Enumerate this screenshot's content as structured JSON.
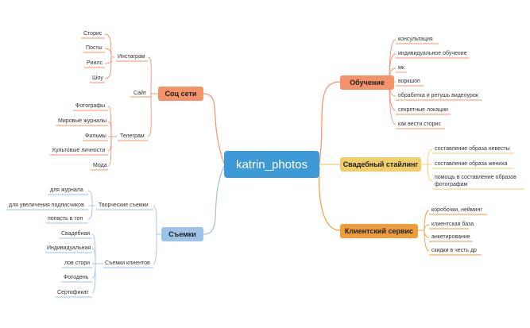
{
  "center": "katrin_photos",
  "colors": {
    "center_bg": "#3d9ad6",
    "orange": "#f4926a",
    "orange_light": "#fde7dc",
    "yellow": "#f2cd6c",
    "yellow_light": "#fcf1d4",
    "amber": "#ee9d3d",
    "amber_light": "#fbe7cf",
    "blue": "#9dc3e8",
    "blue_light": "#e2eef9"
  },
  "branches": {
    "soc": {
      "label": "Соц сети",
      "site": "Сайт",
      "instagram": {
        "label": "Инстаграм",
        "items": [
          "Сторис",
          "Посты",
          "Риилс",
          "Шоу"
        ]
      },
      "telegram": {
        "label": "Телеграм",
        "items": [
          "Фотографы",
          "Мировые журналы",
          "Фильмы",
          "Культовые личности",
          "Мода"
        ]
      }
    },
    "obuchenie": {
      "label": "Обучение",
      "items": [
        "консультация",
        "индивидуальное обучение",
        "мк",
        "воркшоп",
        "обработка и ретушь видеоурок",
        "секретные локации",
        "как вести сторис"
      ]
    },
    "stayling": {
      "label": "Свадебный стайлинг",
      "items": [
        "составление образа невесты",
        "составление образа жениха",
        "помощь в составление образов",
        "фотографам"
      ]
    },
    "servis": {
      "label": "Клиентский сервис",
      "items": [
        "коробочки, нейминг",
        "клиентская база",
        "анкетирование",
        "скидки в честь др"
      ]
    },
    "semki": {
      "label": "Съемки",
      "creative": {
        "label": "Творческие съемки",
        "items": [
          "для журнала",
          "для увеличения подписчиков",
          "попасть в топ"
        ]
      },
      "clients": {
        "label": "Съемки клиентов",
        "items": [
          "Свадебная",
          "Индивидуальная",
          "лов стори",
          "Фотодень",
          "Сертификат"
        ]
      }
    }
  }
}
